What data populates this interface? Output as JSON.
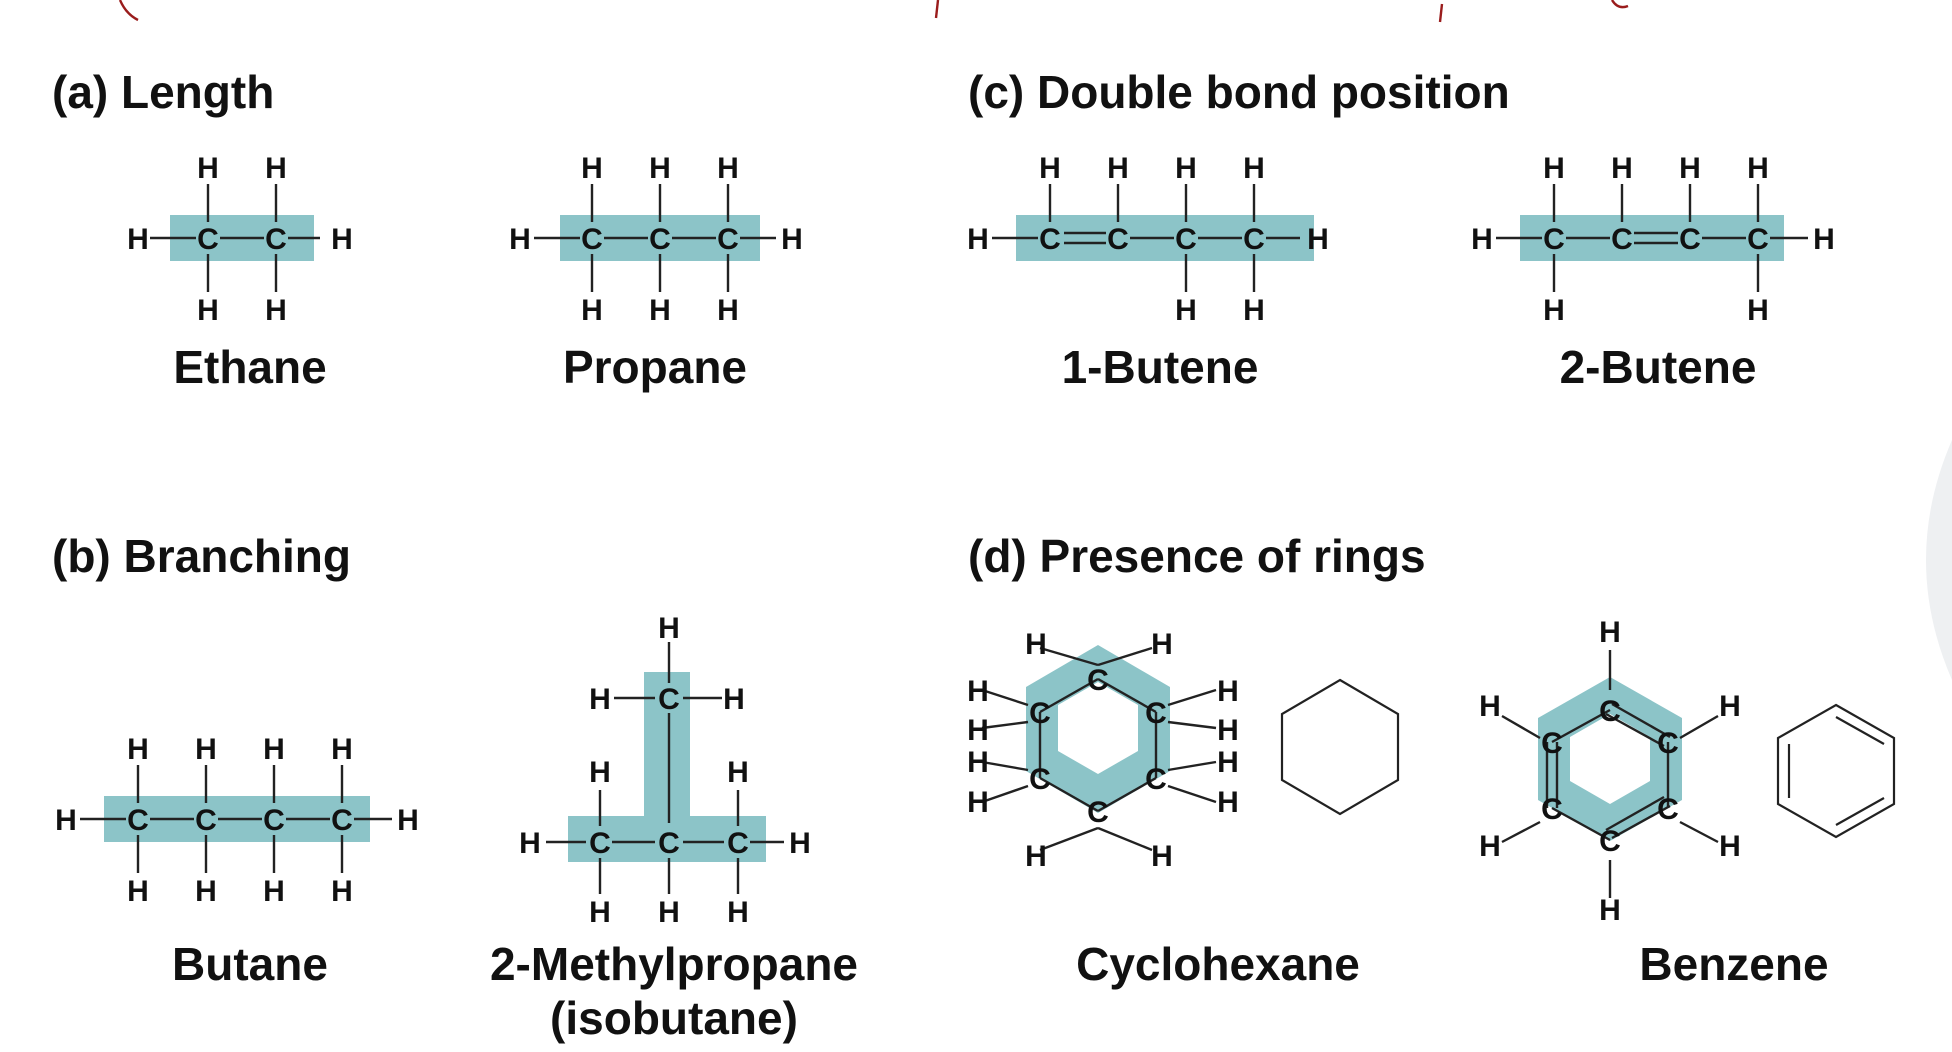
{
  "panels": {
    "a": {
      "heading": "(a) Length",
      "molecules": [
        {
          "name": "Ethane"
        },
        {
          "name": "Propane"
        }
      ]
    },
    "b": {
      "heading": "(b) Branching",
      "molecules": [
        {
          "name": "Butane"
        },
        {
          "name": "2-Methylpropane",
          "subname": "(isobutane)"
        }
      ]
    },
    "c": {
      "heading": "(c) Double bond position",
      "molecules": [
        {
          "name": "1-Butene"
        },
        {
          "name": "2-Butene"
        }
      ]
    },
    "d": {
      "heading": "(d) Presence of rings",
      "molecules": [
        {
          "name": "Cyclohexane"
        },
        {
          "name": "Benzene"
        }
      ]
    }
  },
  "atoms": {
    "carbon": "C",
    "hydrogen": "H"
  },
  "colors": {
    "carbon_skeleton_highlight": "#8cc4c8",
    "text": "#111111",
    "pen_annotation": "#9a1c1c"
  }
}
